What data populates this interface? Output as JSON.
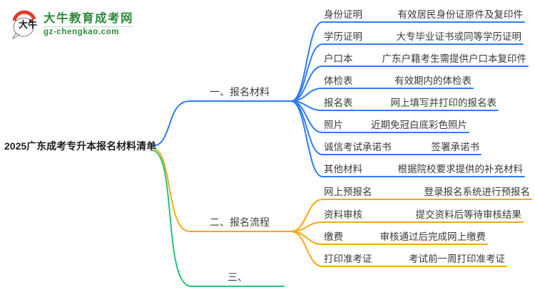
{
  "logo": {
    "brand": "大牛教育成考网",
    "domain": "gz-chengkao.com",
    "icon_text": "大牛",
    "brand_color": "#2e8b3c",
    "seal_color": "#e23b2e"
  },
  "root": {
    "title": "2025广东成考专升本报名材料清单"
  },
  "colors": {
    "branch1": "#2e7cf5",
    "branch2": "#f7a814",
    "branch3": "#1ec677"
  },
  "branches": [
    {
      "label": "一、报名材料",
      "items": [
        {
          "label": "身份证明",
          "desc": "有效居民身份证原件及复印件"
        },
        {
          "label": "学历证明",
          "desc": "大专毕业证书或同等学历证明"
        },
        {
          "label": "户口本",
          "desc": "广东户籍考生需提供户口本复印件"
        },
        {
          "label": "体检表",
          "desc": "有效期内的体检表"
        },
        {
          "label": "报名表",
          "desc": "网上填写并打印的报名表"
        },
        {
          "label": "照片",
          "desc": "近期免冠白底彩色照片"
        },
        {
          "label": "诚信考试承诺书",
          "desc": "签署承诺书"
        },
        {
          "label": "其他材料",
          "desc": "根据院校要求提供的补充材料"
        }
      ]
    },
    {
      "label": "二、报名流程",
      "items": [
        {
          "label": "网上预报名",
          "desc": "登录报名系统进行预报名"
        },
        {
          "label": "资料审核",
          "desc": "提交资料后等待审核结果"
        },
        {
          "label": "缴费",
          "desc": "审核通过后完成网上缴费"
        },
        {
          "label": "打印准考证",
          "desc": "考试前一周打印准考证"
        }
      ]
    },
    {
      "label": "三、",
      "items": []
    }
  ]
}
